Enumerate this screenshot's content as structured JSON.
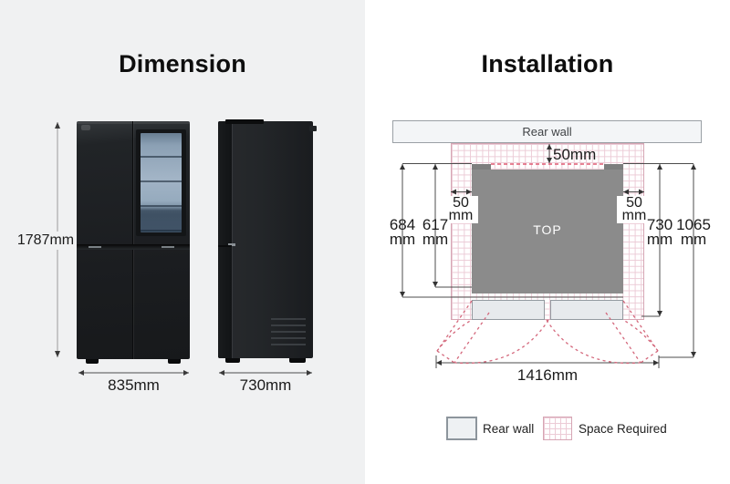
{
  "dimension_panel": {
    "title": "Dimension",
    "height_label": "1787mm",
    "width_label": "835mm",
    "depth_label": "730mm"
  },
  "installation_panel": {
    "title": "Installation",
    "rear_wall_label": "Rear wall",
    "top_view_label": "TOP",
    "rear_clearance_label": "50mm",
    "side_clearance_left": {
      "value": "50",
      "unit": "mm"
    },
    "side_clearance_right": {
      "value": "50",
      "unit": "mm"
    },
    "depth_684": {
      "value": "684",
      "unit": "mm"
    },
    "depth_617": {
      "value": "617",
      "unit": "mm"
    },
    "depth_730": {
      "value": "730",
      "unit": "mm"
    },
    "depth_1065": {
      "value": "1065",
      "unit": "mm"
    },
    "open_door_width_label": "1416mm",
    "legend": {
      "rear_wall": "Rear wall",
      "space_required": "Space Required"
    }
  },
  "colors": {
    "panel_left_bg": "#f0f1f2",
    "panel_right_bg": "#ffffff",
    "fridge_body": "#1d2023",
    "top_view_fill": "#8b8b8b",
    "space_grid_pink": "#eccbd6",
    "accent_dashed_pink": "#df5a72",
    "measure_line": "#4c4c4c"
  }
}
